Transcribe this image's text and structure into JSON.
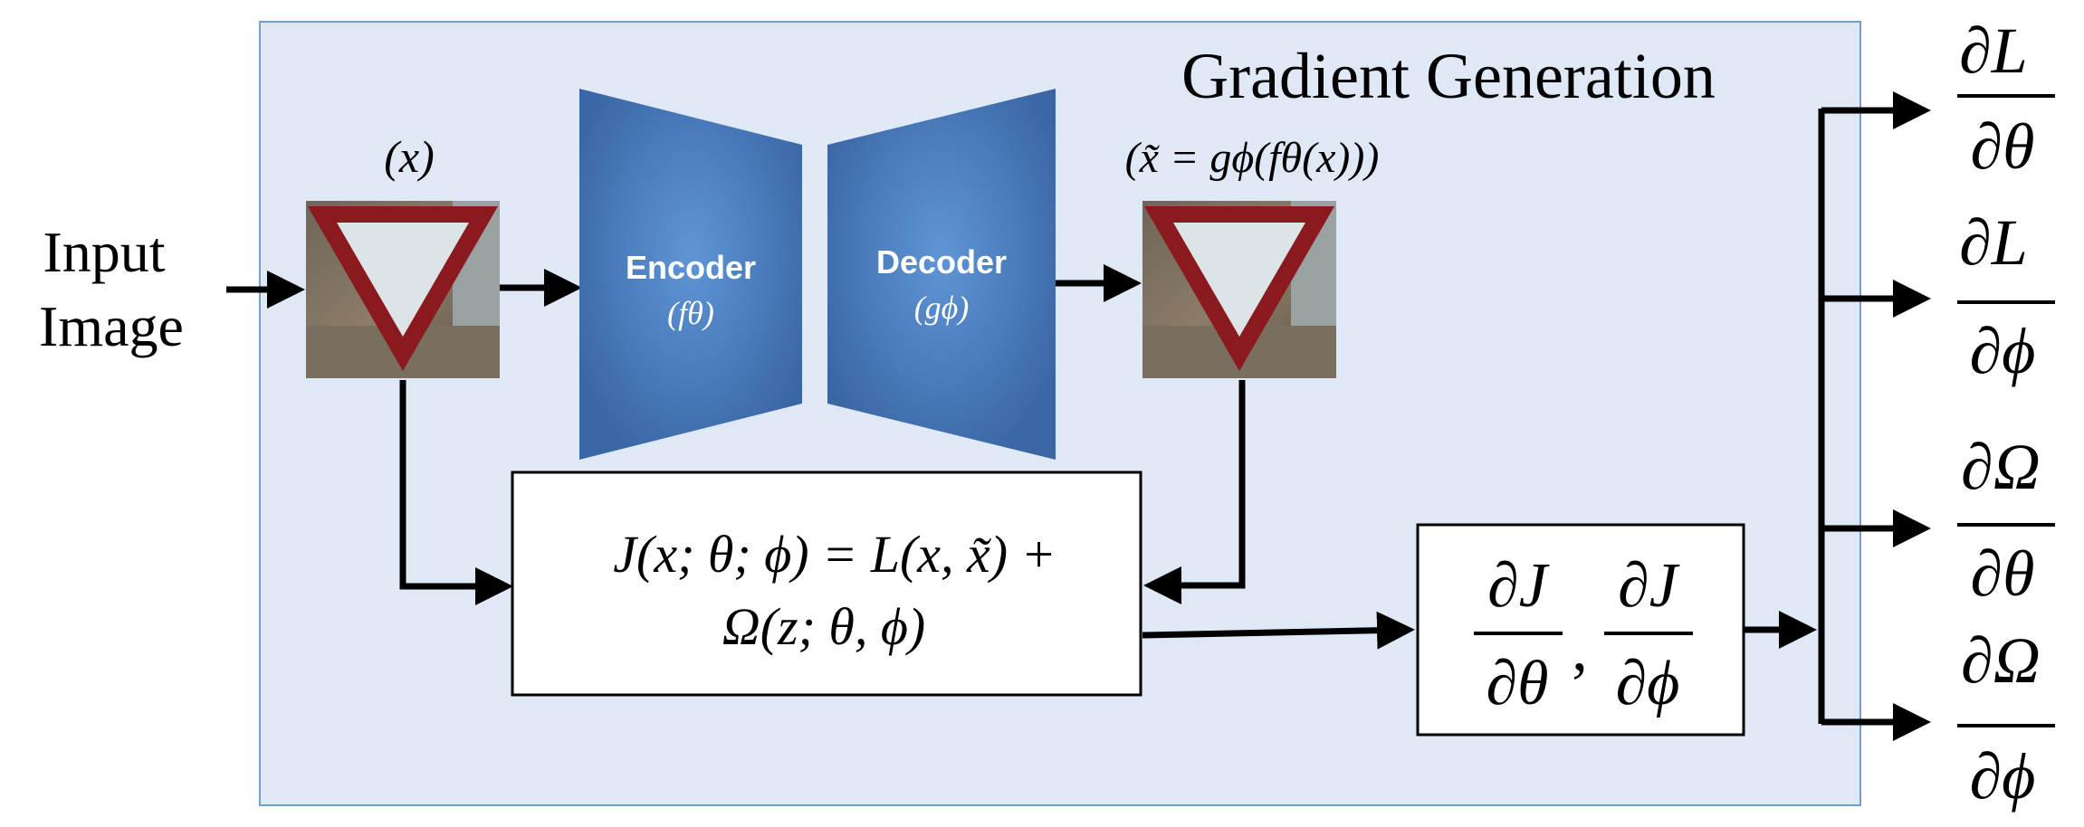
{
  "panel": {
    "title": "Gradient Generation"
  },
  "input": {
    "line1": "Input",
    "line2": "Image"
  },
  "labels": {
    "x": "(x)",
    "x_tilde": "(x̃ = gϕ(fθ(x)))"
  },
  "encoder": {
    "title": "Encoder",
    "symbol": "(fθ)"
  },
  "decoder": {
    "title": "Decoder",
    "symbol": "(gϕ)"
  },
  "objective": {
    "line1": "J(x; θ; ϕ) =  L(x, x̃) +",
    "line2": "Ω(z; θ, ϕ)"
  },
  "gradient_box": {
    "num1": "∂J",
    "den1": "∂θ",
    "sep": ",",
    "num2": "∂J",
    "den2": "∂ϕ"
  },
  "outputs": [
    {
      "num": "∂L",
      "den": "∂θ"
    },
    {
      "num": "∂L",
      "den": "∂ϕ"
    },
    {
      "num": "∂Ω",
      "den": "∂θ"
    },
    {
      "num": "∂Ω",
      "den": "∂ϕ"
    }
  ],
  "colors": {
    "panel_fill": "#dfe9f5",
    "panel_border": "#6f9fd8",
    "block_dark": "#3a6aa8",
    "block_light": "#5b8fd0",
    "sign_red": "#8a1a1e",
    "sign_white": "#dde4e8",
    "brick": "#7a6a5a"
  }
}
